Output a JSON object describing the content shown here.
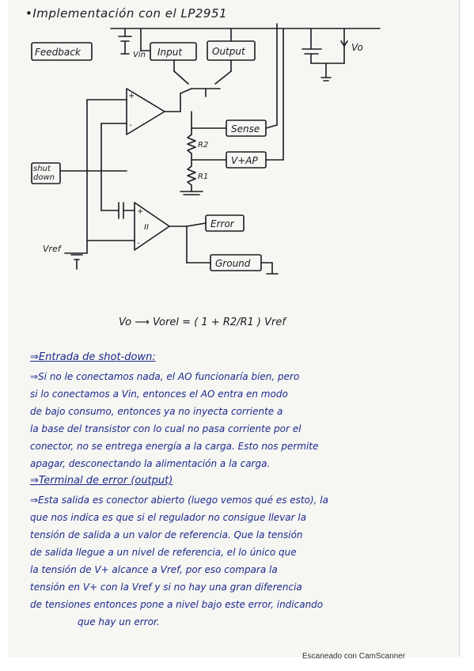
{
  "title": "•Implementación con el LP2951",
  "diagram": {
    "blocks": {
      "feedback": "Feedback",
      "input": "Input",
      "output": "Output",
      "sense": "Sense",
      "vtap": "V+AP",
      "shutdown": "shut down",
      "error": "Error",
      "ground": "Ground"
    },
    "labels": {
      "vin": "Vin",
      "vo": "Vo",
      "r2": "R2",
      "r1": "R1",
      "vref": "Vref",
      "amp2": "II",
      "plus1": "+",
      "minus1": "-",
      "plus2": "+",
      "minus2": "-"
    }
  },
  "formula": "Vo ⟶ Vorel = ( 1 + R2/R1 ) Vref",
  "sections": [
    {
      "heading": "⇒Entrada de shot-down:",
      "lines": [
        "⇒Si no le conectamos nada, el AO funcionaría bien, pero",
        "si lo conectamos a Vin, entonces el AO entra en modo",
        "de bajo consumo, entonces ya no inyecta corriente a",
        "la base del transistor con lo cual no pasa corriente por el",
        "conector, no se entrega energía a la carga. Esto nos permite",
        "apagar, desconectando la alimentación a la carga."
      ]
    },
    {
      "heading": "⇒Terminal de error (output)",
      "lines": [
        "⇒Esta salida es conector abierto (luego vemos qué es esto), la",
        "que nos indica es que si el regulador no consigue llevar la",
        "tensión de salida a un valor de referencia. Que la tensión",
        "de salida llegue a un nivel de referencia, el lo único que",
        "la tensión de V+ alcance a Vref, por eso compara la",
        "tensión en V+ con la Vref y si no hay una gran diferencia",
        "de tensiones entonces pone a nivel bajo este error, indicando",
        "que hay un error."
      ]
    }
  ],
  "watermark": "Escaneado con CamScanner"
}
